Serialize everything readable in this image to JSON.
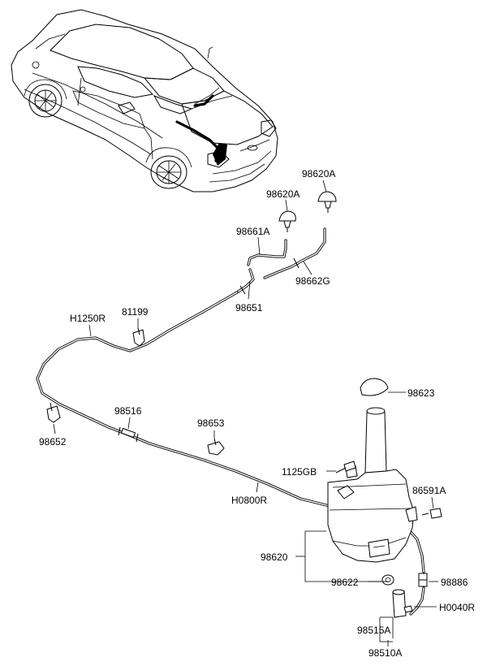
{
  "labels": {
    "p98620A_upper": "98620A",
    "p98620A_lower": "98620A",
    "p98661A": "98661A",
    "p98662G": "98662G",
    "p98651": "98651",
    "pH1250R": "H1250R",
    "p81199": "81199",
    "p98623": "98623",
    "p98516": "98516",
    "p98653": "98653",
    "p98652": "98652",
    "p1125GB": "1125GB",
    "p86591A": "86591A",
    "pH0800R": "H0800R",
    "p98620": "98620",
    "p98622": "98622",
    "p98886": "98886",
    "pH0040R": "H0040R",
    "p98515A": "98515A",
    "p98510A": "98510A"
  }
}
